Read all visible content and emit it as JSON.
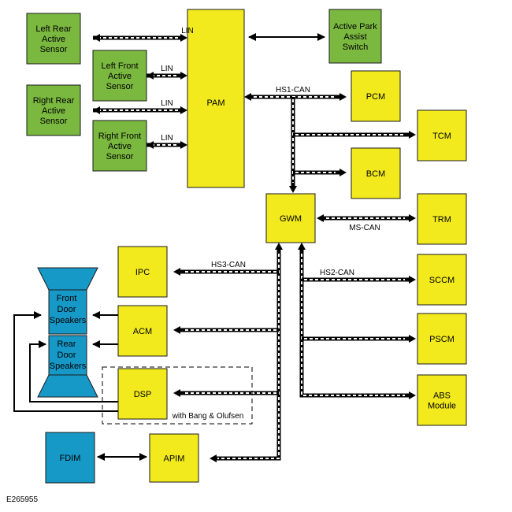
{
  "figure_id": "E265955",
  "colors": {
    "green": "#7bb83f",
    "yellow": "#f2ea1d",
    "blue": "#1799c8"
  },
  "modules": {
    "pam": [
      "PAM"
    ],
    "left_rear": [
      "Left Rear",
      "Active",
      "Sensor"
    ],
    "left_front": [
      "Left Front",
      "Active",
      "Sensor"
    ],
    "right_rear": [
      "Right Rear",
      "Active",
      "Sensor"
    ],
    "right_front": [
      "Right Front",
      "Active",
      "Sensor"
    ],
    "park_switch": [
      "Active Park",
      "Assist",
      "Switch"
    ],
    "pcm": [
      "PCM"
    ],
    "tcm": [
      "TCM"
    ],
    "bcm": [
      "BCM"
    ],
    "gwm": [
      "GWM"
    ],
    "trm": [
      "TRM"
    ],
    "ipc": [
      "IPC"
    ],
    "acm": [
      "ACM"
    ],
    "dsp": [
      "DSP"
    ],
    "apim": [
      "APIM"
    ],
    "fdim": [
      "FDIM"
    ],
    "sccm": [
      "SCCM"
    ],
    "pscm": [
      "PSCM"
    ],
    "abs": [
      "ABS",
      "Module"
    ],
    "front_speakers": [
      "Front",
      "Door",
      "Speakers"
    ],
    "rear_speakers": [
      "Rear",
      "Door",
      "Speakers"
    ]
  },
  "bus_labels": {
    "lin_1": "LIN",
    "lin_2": "LIN",
    "lin_3": "LIN",
    "lin_4": "LIN",
    "hs1": "HS1-CAN",
    "ms": "MS-CAN",
    "hs3": "HS3-CAN",
    "hs2": "HS2-CAN"
  },
  "option_label": "with Bang & Olufsen"
}
